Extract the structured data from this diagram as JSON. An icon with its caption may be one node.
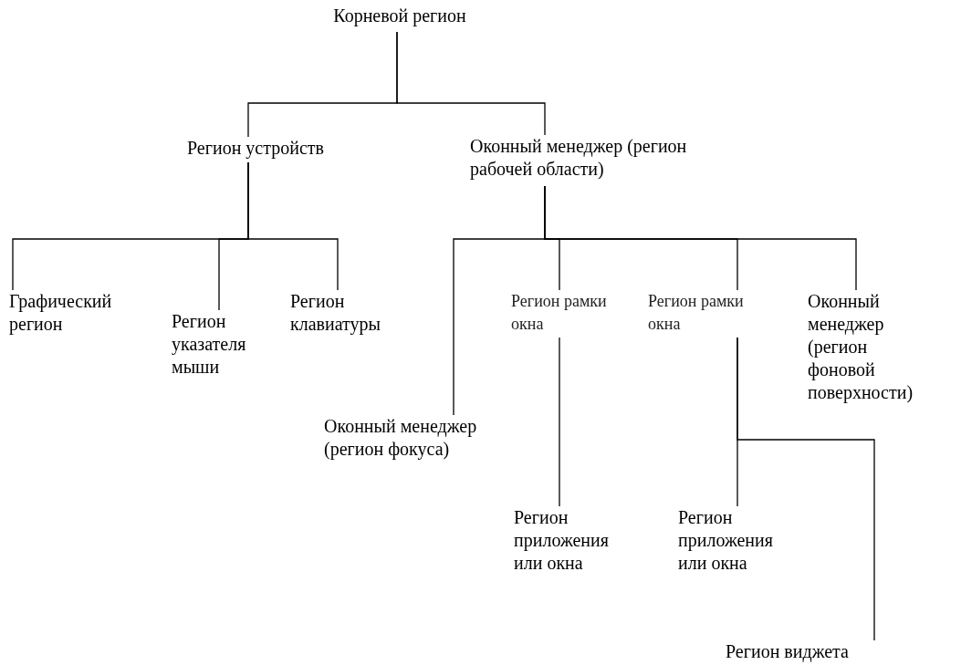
{
  "diagram": {
    "nodes": [
      {
        "text": [
          "Корневой регион"
        ]
      },
      {
        "text": [
          "Регион устройств"
        ]
      },
      {
        "text": [
          "Оконный менеджер (регион рабочей области)"
        ]
      },
      {
        "text": [
          "Графический регион"
        ]
      },
      {
        "text": [
          "Регион указателя мыши"
        ]
      },
      {
        "text": [
          "Регион клавиатуры"
        ]
      },
      {
        "text": [
          "Оконный менеджер (регион фокуса)"
        ]
      },
      {
        "text": [
          "Регион рамки окна"
        ]
      },
      {
        "text": [
          "Регион рамки окна"
        ]
      },
      {
        "text": [
          "Оконный менеджер (регион фоновой поверхности)"
        ]
      },
      {
        "text": [
          "Регион приложения или окна"
        ]
      },
      {
        "text": [
          "Регион приложения или окна"
        ]
      },
      {
        "text": [
          "Регион виджета"
        ]
      }
    ],
    "edges": [
      {
        "from": 0,
        "to": 1,
        "arrow": "none"
      },
      {
        "from": 0,
        "to": 2,
        "arrow": "none"
      },
      {
        "from": 1,
        "to": 3,
        "arrow": "none"
      },
      {
        "from": 1,
        "to": 4,
        "arrow": "none"
      },
      {
        "from": 1,
        "to": 5,
        "arrow": "none"
      },
      {
        "from": 2,
        "to": 6,
        "arrow": "none"
      },
      {
        "from": 2,
        "to": 7,
        "arrow": "none"
      },
      {
        "from": 2,
        "to": 8,
        "arrow": "none"
      },
      {
        "from": 2,
        "to": 9,
        "arrow": "none"
      },
      {
        "from": 7,
        "to": 10,
        "arrow": "none"
      },
      {
        "from": 8,
        "to": 11,
        "arrow": "none"
      },
      {
        "from": 8,
        "to": 12,
        "arrow": "none"
      }
    ]
  }
}
